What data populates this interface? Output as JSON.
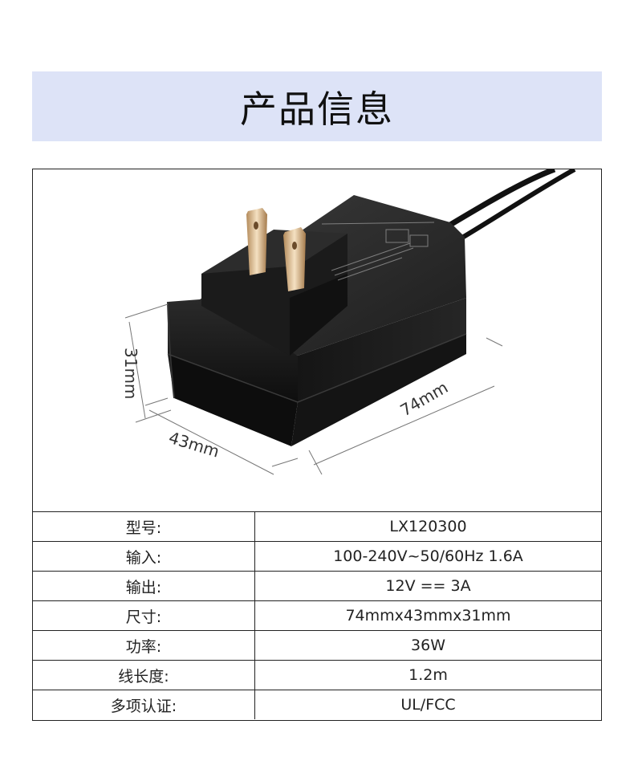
{
  "header": {
    "title": "产品信息"
  },
  "figure": {
    "dimensions": {
      "height": "31mm",
      "width": "43mm",
      "length": "74mm"
    }
  },
  "specs": [
    {
      "label": "型号:",
      "value": "LX120300"
    },
    {
      "label": "输入:",
      "value": "100-240V~50/60Hz 1.6A"
    },
    {
      "label": "输出:",
      "value": "12V == 3A"
    },
    {
      "label": "尺寸:",
      "value": "74mmx43mmx31mm"
    },
    {
      "label": "功率:",
      "value": "36W"
    },
    {
      "label": "线长度:",
      "value": "1.2m"
    },
    {
      "label": "多项认证:",
      "value": "UL/FCC"
    }
  ]
}
